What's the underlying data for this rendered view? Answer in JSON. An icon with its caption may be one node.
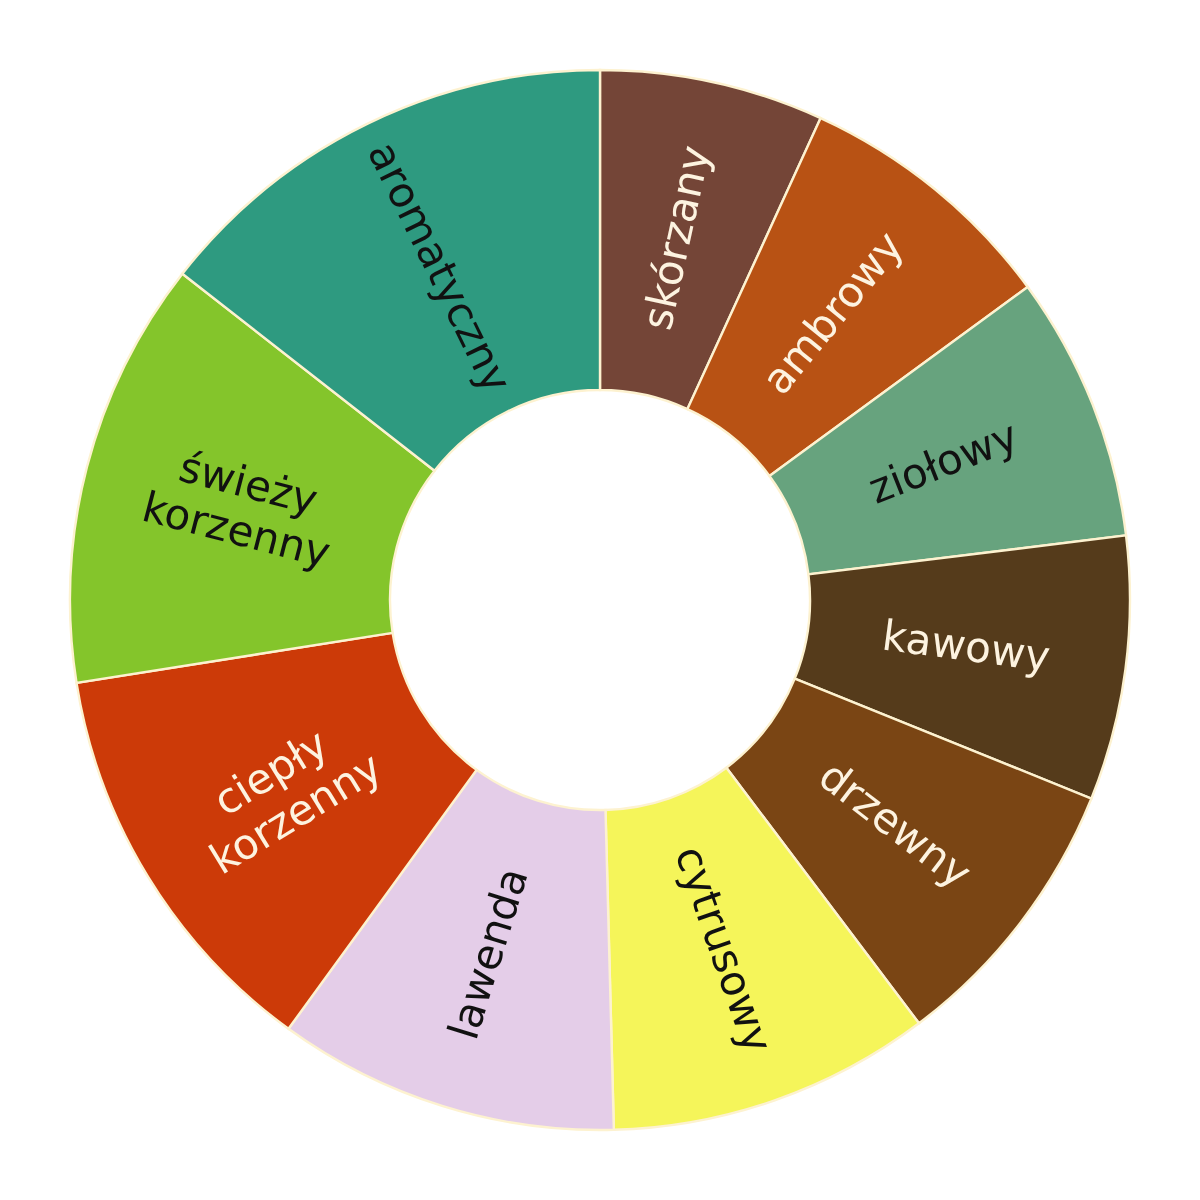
{
  "diagram": {
    "nodes": [
      {
        "text": [
          "skórzany"
        ]
      },
      {
        "text": [
          "ambrowy"
        ]
      },
      {
        "text": [
          "ziołowy"
        ]
      },
      {
        "text": [
          "kawowy"
        ]
      },
      {
        "text": [
          "drzewny"
        ]
      },
      {
        "text": [
          "cytrusowy"
        ]
      },
      {
        "text": [
          "lawenda"
        ]
      },
      {
        "text": [
          "ciepły korzenny"
        ]
      },
      {
        "text": [
          "świeży korzenny"
        ]
      },
      {
        "text": [
          "aromatyczny"
        ]
      }
    ]
  }
}
